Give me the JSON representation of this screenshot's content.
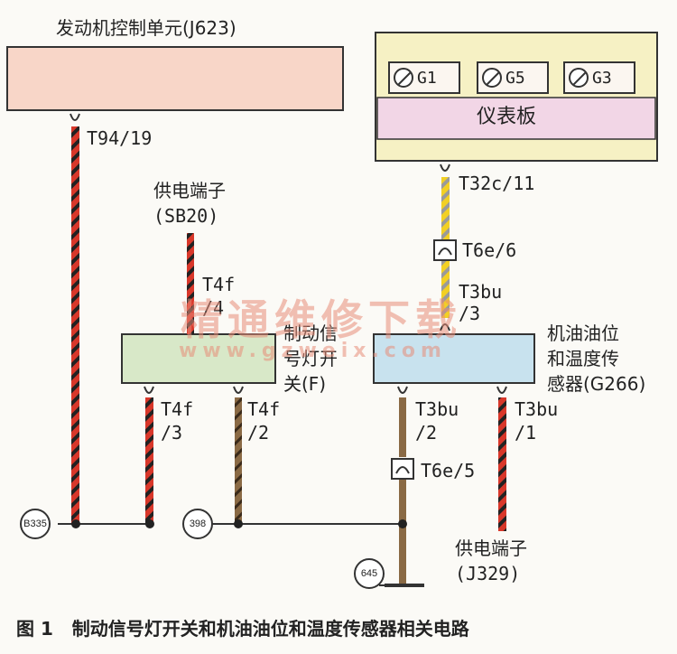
{
  "ecu": {
    "title": "发动机控制单元(J623)",
    "pin": "T94/19"
  },
  "power_sb20": {
    "label_line1": "供电端子",
    "label_line2": "(SB20)"
  },
  "instrument_panel": {
    "gauges": [
      "G1",
      "G5",
      "G3"
    ],
    "label": "仪表板",
    "pin": "T32c/11"
  },
  "connector_t6e6": "T6e/6",
  "sensor": {
    "pin_top_line1": "T3bu",
    "pin_top_line2": "/3",
    "label_line1": "机油油位",
    "label_line2": "和温度传",
    "label_line3": "感器(G266)",
    "pin_left_line1": "T3bu",
    "pin_left_line2": "/2",
    "pin_right_line1": "T3bu",
    "pin_right_line2": "/1"
  },
  "brake_switch": {
    "pin_top_line1": "T4f",
    "pin_top_line2": "/4",
    "label_line1": "制动信",
    "label_line2": "号灯开",
    "label_line3": "关(F)",
    "pin_left_line1": "T4f",
    "pin_left_line2": "/3",
    "pin_right_line1": "T4f",
    "pin_right_line2": "/2"
  },
  "connector_t6e5": "T6e/5",
  "ground_nodes": {
    "b335": "B335",
    "n398": "398",
    "n645": "645"
  },
  "power_j329": {
    "label_line1": "供电端子",
    "label_line2": "(J329)"
  },
  "watermark": {
    "cn": "精通维修下载",
    "url": "www.gzweix.com"
  },
  "caption": "图 1   制动信号灯开关和机油油位和温度传感器相关电路",
  "colors": {
    "ecu_fill": "#f8d6c8",
    "panel_fill": "#f6f1c4",
    "panel_band": "#f2d6e6",
    "brake_fill": "#d8e8c8",
    "sensor_fill": "#c8e2ee",
    "wire_red": "#d8372a",
    "wire_yellow": "#f2d024",
    "wire_brown": "#8a6a45",
    "wire_gray": "#9a9a9a"
  }
}
